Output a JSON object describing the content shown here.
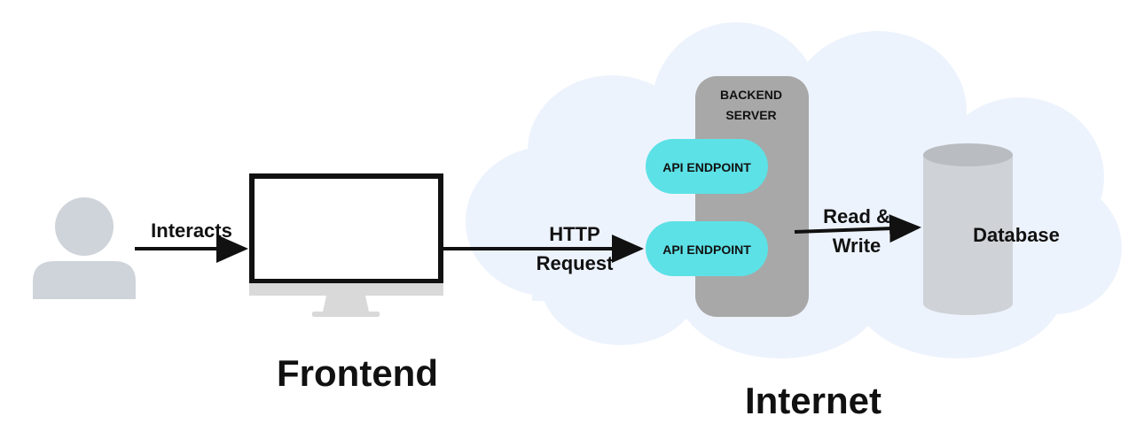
{
  "diagram": {
    "user": {
      "icon": "user-icon"
    },
    "arrows": {
      "interacts": "Interacts",
      "http_line1": "HTTP",
      "http_line2": "Request",
      "rw_line1": "Read &",
      "rw_line2": "Write"
    },
    "monitor": {
      "icon": "monitor-icon"
    },
    "backend": {
      "title_line1": "BACKEND",
      "title_line2": "SERVER",
      "endpoints": [
        "API ENDPOINT",
        "API ENDPOINT"
      ]
    },
    "database": {
      "label": "Database",
      "icon": "database-cylinder-icon"
    },
    "captions": {
      "frontend": "Frontend",
      "internet": "Internet"
    },
    "colors": {
      "cloud": "#edf3fd",
      "person": "#cfd4da",
      "server_box": "#a8a8a8",
      "endpoint": "#5ce1e6",
      "database": "#cfd2d6",
      "database_top": "#b9bcc0",
      "monitor_bezel": "#111111",
      "monitor_stand": "#d9d9d9",
      "arrow": "#111111"
    }
  }
}
